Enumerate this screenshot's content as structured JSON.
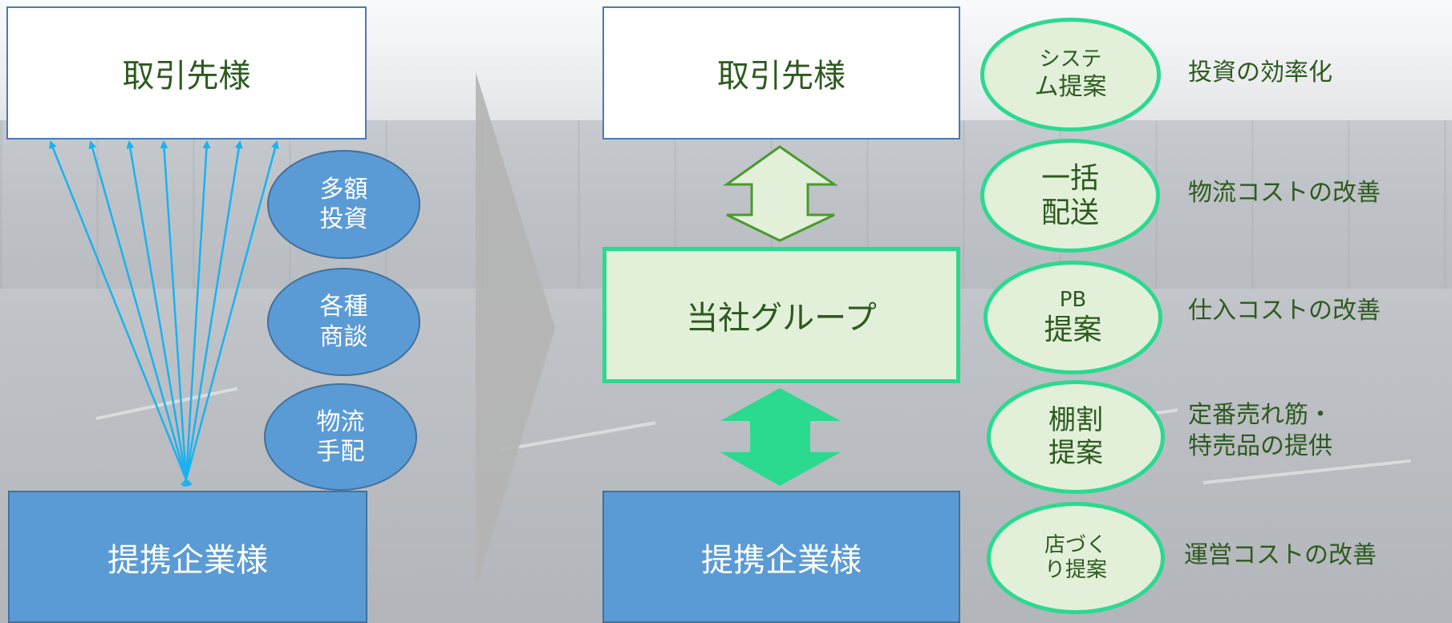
{
  "before": {
    "top_box": "取引先様",
    "bottom_box": "提携企業様",
    "burdens": [
      {
        "line1": "多額",
        "line2": "投資"
      },
      {
        "line1": "各種",
        "line2": "商談"
      },
      {
        "line1": "物流",
        "line2": "手配"
      }
    ]
  },
  "after": {
    "top_box": "取引先様",
    "middle_box": "当社グループ",
    "bottom_box": "提携企業様"
  },
  "services": [
    {
      "line1": "システ",
      "line2": "ム提案",
      "effect_line1": "投資の効率化",
      "effect_line2": ""
    },
    {
      "line1": "一括",
      "line2": "配送",
      "effect_line1": "物流コストの改善",
      "effect_line2": ""
    },
    {
      "line1": "PB",
      "line2": "提案",
      "effect_line1": "仕入コストの改善",
      "effect_line2": ""
    },
    {
      "line1": "棚割",
      "line2": "提案",
      "effect_line1": "定番売れ筋・",
      "effect_line2": "特売品の提供"
    },
    {
      "line1": "店づく",
      "line2": "り提案",
      "effect_line1": "運営コストの改善",
      "effect_line2": ""
    }
  ],
  "colors": {
    "partner_blue": "#5b9bd5",
    "group_green": "#2bd98f",
    "group_fill": "#e2f0d9",
    "text_green": "#2d5a1f",
    "arrow_blue": "#1ab2f0",
    "transition_gray": "#b4b4b4"
  }
}
